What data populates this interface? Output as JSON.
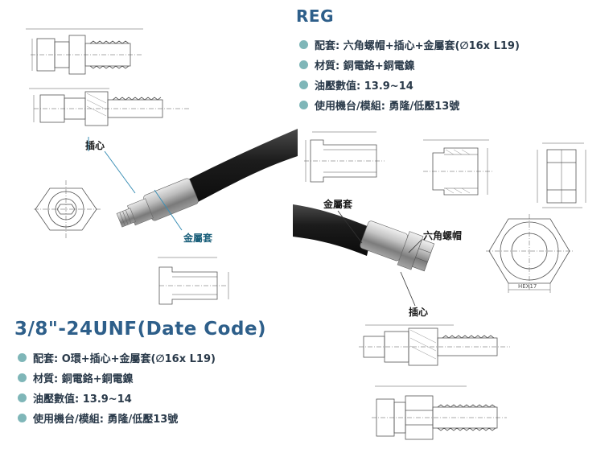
{
  "right_section": {
    "title": "REG",
    "specs": [
      "配套: 六角螺帽+插心+金屬套(∅16x L19)",
      "材質: 銅電鉻+銅電鎳",
      "油壓數值: 13.9~14",
      "使用機台/模組: 勇隆/低壓13號"
    ],
    "callouts": {
      "sleeve": "金屬套",
      "hex_nut": "六角螺帽",
      "insert": "插心"
    },
    "dimension_text": {
      "hex": "HEX17"
    }
  },
  "left_section": {
    "title": "3/8\"-24UNF(Date Code)",
    "specs": [
      "配套: O環+插心+金屬套(∅16x L19)",
      "材質: 銅電鉻+銅電鎳",
      "油壓數值: 13.9~14",
      "使用機台/模組: 勇隆/低壓13號"
    ],
    "callouts": {
      "insert": "插心",
      "sleeve": "金屬套"
    }
  },
  "colors": {
    "title": "#2e5f8a",
    "bullet": "#7fb6b8",
    "drawing_line": "#555555",
    "callout_line": "#3b8fb5"
  }
}
